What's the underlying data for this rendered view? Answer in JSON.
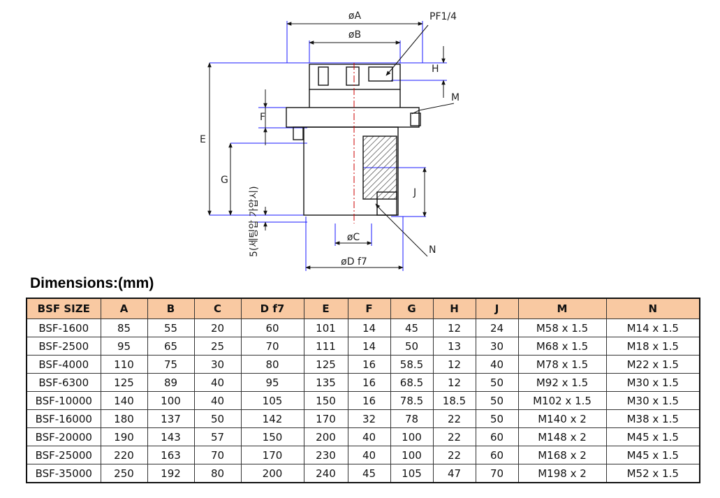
{
  "drawing": {
    "labels": {
      "phiA": "øA",
      "phiB": "øB",
      "pf": "PF1/4",
      "H": "H",
      "M": "M",
      "F": "F",
      "E": "E",
      "G": "G",
      "J": "J",
      "N": "N",
      "phiC": "øC",
      "phiD": "øD f7",
      "stroke_note": "5(세팅압 가압시)"
    }
  },
  "dimensions_title": "Dimensions:(mm)",
  "table": {
    "headers": [
      "BSF SIZE",
      "A",
      "B",
      "C",
      "D f7",
      "E",
      "F",
      "G",
      "H",
      "J",
      "M",
      "N"
    ],
    "rows": [
      [
        "BSF-1600",
        "85",
        "55",
        "20",
        "60",
        "101",
        "14",
        "45",
        "12",
        "24",
        "M58 x 1.5",
        "M14 x 1.5"
      ],
      [
        "BSF-2500",
        "95",
        "65",
        "25",
        "70",
        "111",
        "14",
        "50",
        "13",
        "30",
        "M68 x 1.5",
        "M18 x 1.5"
      ],
      [
        "BSF-4000",
        "110",
        "75",
        "30",
        "80",
        "125",
        "16",
        "58.5",
        "12",
        "40",
        "M78 x 1.5",
        "M22 x 1.5"
      ],
      [
        "BSF-6300",
        "125",
        "89",
        "40",
        "95",
        "135",
        "16",
        "68.5",
        "12",
        "50",
        "M92 x 1.5",
        "M30 x 1.5"
      ],
      [
        "BSF-10000",
        "140",
        "100",
        "40",
        "105",
        "150",
        "16",
        "78.5",
        "18.5",
        "50",
        "M102 x 1.5",
        "M30 x 1.5"
      ],
      [
        "BSF-16000",
        "180",
        "137",
        "50",
        "142",
        "170",
        "32",
        "78",
        "22",
        "50",
        "M140 x 2",
        "M38 x 1.5"
      ],
      [
        "BSF-20000",
        "190",
        "143",
        "57",
        "150",
        "200",
        "40",
        "100",
        "22",
        "60",
        "M148 x 2",
        "M45 x 1.5"
      ],
      [
        "BSF-25000",
        "220",
        "163",
        "70",
        "170",
        "230",
        "40",
        "100",
        "22",
        "60",
        "M168 x 2",
        "M45 x 1.5"
      ],
      [
        "BSF-35000",
        "250",
        "192",
        "80",
        "200",
        "240",
        "45",
        "105",
        "47",
        "70",
        "M198 x 2",
        "M52 x 1.5"
      ]
    ]
  }
}
